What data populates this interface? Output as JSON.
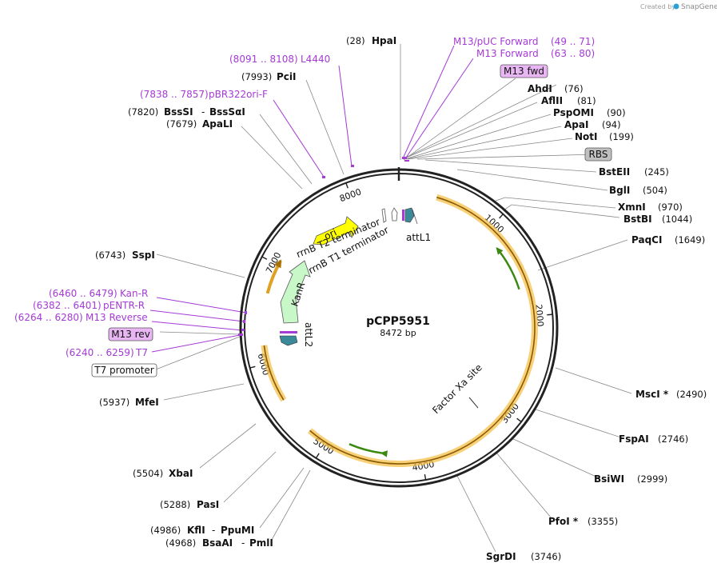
{
  "credit": {
    "prefix": "Created by",
    "brand": "SnapGene"
  },
  "plasmid": {
    "name": "pCPP5951",
    "size": "8472 bp"
  },
  "ruler": [
    "1000",
    "2000",
    "3000",
    "4000",
    "5000",
    "6000",
    "7000",
    "8000"
  ],
  "features": {
    "ori": "ori",
    "kanr": "KanR",
    "rrnb_t2": "rrnB T2 terminator",
    "rrnb_t1": "rrnB T1 terminator",
    "attl1": "attL1",
    "attl2": "attL2",
    "factor_xa": "Factor Xa site"
  },
  "enzymes_right": [
    {
      "name": "AhdI",
      "pos": "(76)"
    },
    {
      "name": "AflII",
      "pos": "(81)"
    },
    {
      "name": "PspOMI",
      "pos": "(90)"
    },
    {
      "name": "ApaI",
      "pos": "(94)"
    },
    {
      "name": "NotI",
      "pos": "(199)"
    },
    {
      "name": "BstEII",
      "pos": "(245)"
    },
    {
      "name": "BglI",
      "pos": "(504)"
    },
    {
      "name": "XmnI",
      "pos": "(970)"
    },
    {
      "name": "BstBI",
      "pos": "(1044)"
    },
    {
      "name": "PaqCI",
      "pos": "(1649)"
    },
    {
      "name": "MscI *",
      "pos": "(2490)"
    },
    {
      "name": "FspAI",
      "pos": "(2746)"
    },
    {
      "name": "BsiWI",
      "pos": "(2999)"
    },
    {
      "name": "PfoI *",
      "pos": "(3355)"
    },
    {
      "name": "SgrDI",
      "pos": "(3746)"
    }
  ],
  "enzymes_left": [
    {
      "name": "HpaI",
      "pos": "(28)"
    },
    {
      "name": "PciI",
      "pos": "(7993)"
    },
    {
      "name": "BssSI",
      "name2": "BssSαI",
      "pos": "(7820)"
    },
    {
      "name": "ApaLI",
      "pos": "(7679)"
    },
    {
      "name": "SspI",
      "pos": "(6743)"
    },
    {
      "name": "MfeI",
      "pos": "(5937)"
    },
    {
      "name": "XbaI",
      "pos": "(5504)"
    },
    {
      "name": "PasI",
      "pos": "(5288)"
    },
    {
      "name": "KflI",
      "name2": "PpuMI",
      "pos": "(4986)"
    },
    {
      "name": "BsaAI",
      "name2": "PmlI",
      "pos": "(4968)"
    }
  ],
  "primers": [
    {
      "name": "M13/pUC Forward",
      "pos": "(49 .. 71)"
    },
    {
      "name": "M13 Forward",
      "pos": "(63 .. 80)"
    },
    {
      "name": "L4440",
      "pos": "(8091 .. 8108)"
    },
    {
      "name": "pBR322ori-F",
      "pos": "(7838 .. 7857)"
    },
    {
      "name": "Kan-R",
      "pos": "(6460 .. 6479)"
    },
    {
      "name": "pENTR-R",
      "pos": "(6382 .. 6401)"
    },
    {
      "name": "M13 Reverse",
      "pos": "(6264 .. 6280)"
    },
    {
      "name": "T7",
      "pos": "(6240 .. 6259)"
    }
  ],
  "boxes": {
    "m13_fwd": "M13 fwd",
    "rbs": "RBS",
    "m13_rev": "M13 rev",
    "t7_promoter": "T7 promoter"
  },
  "colors": {
    "backbone": "#222222",
    "orf_fill": "#f5c04a",
    "orf_line": "#8a5a00",
    "ori": "#ffff00",
    "kanr": "#c8f7c8",
    "att": "#3a8a9a",
    "primer": "#a53ad6",
    "green_arrow": "#3a8a10"
  }
}
